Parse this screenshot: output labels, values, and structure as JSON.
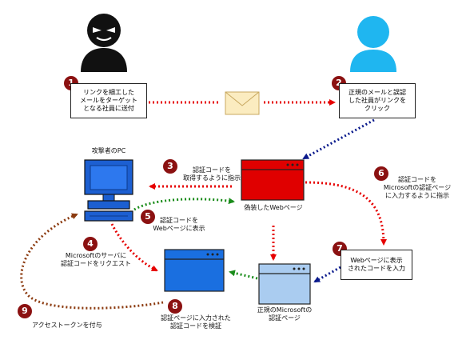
{
  "colors": {
    "attacker": "#111111",
    "employee": "#1fb6f0",
    "red_flow": "#e60000",
    "navy_flow": "#0a1a8c",
    "green_flow": "#1a8c1a",
    "brown_flow": "#8b3a0f",
    "badge": "#8b1111",
    "fake_page": "#e00000",
    "attacker_page": "#1a6fe0",
    "real_page": "#aaccf0",
    "pc": "#1c5fd1"
  },
  "icons": {
    "attacker": "hooded-attacker-icon",
    "employee": "employee-icon",
    "mail": "envelope-icon",
    "pc": "desktop-pc-icon"
  },
  "steps": [
    {
      "num": "1",
      "text": "リンクを細工した\nメールをターゲット\nとなる社員に送付"
    },
    {
      "num": "2",
      "text": "正規のメールと誤認\nした社員がリンクを\nクリック"
    },
    {
      "num": "3",
      "text": "認証コードを\n取得するように指示"
    },
    {
      "num": "4",
      "text": "Microsoftのサーバに\n認証コードをリクエスト"
    },
    {
      "num": "5",
      "text": "認証コードを\nWebページに表示"
    },
    {
      "num": "6",
      "text": "認証コードを\nMicrosoftの認証ページ\nに入力するように指示"
    },
    {
      "num": "7",
      "text": "Webページに表示\nされたコードを入力"
    },
    {
      "num": "8",
      "text": "認証ページに入力された\n認証コードを検証"
    },
    {
      "num": "9",
      "text": "アクセストークンを付与"
    }
  ],
  "labels": {
    "attacker_pc": "攻撃者のPC",
    "fake_page": "偽装したWebページ",
    "real_page": "正規のMicrosoftの\n認証ページ"
  }
}
